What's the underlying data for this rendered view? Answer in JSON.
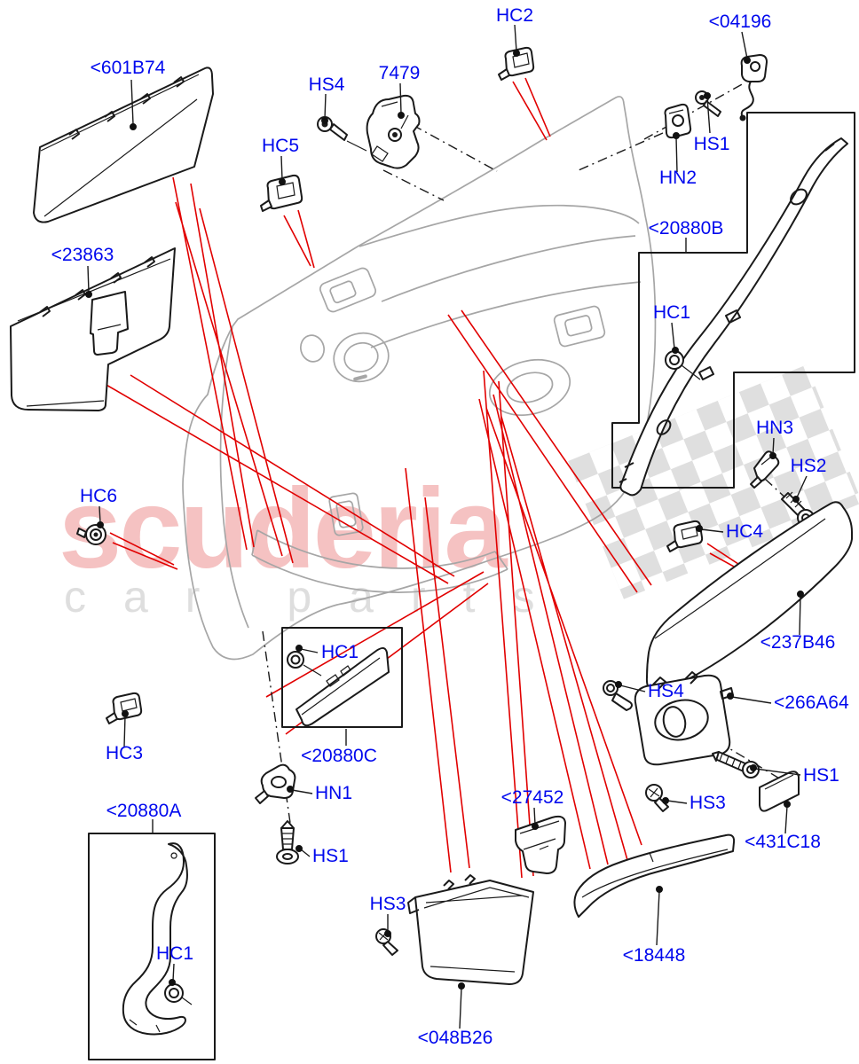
{
  "diagram": {
    "title": "Rear door trim installation exploded parts diagram",
    "watermark": {
      "line1": "scuderia",
      "line2": "car parts"
    },
    "colors": {
      "label_blue": "#0008ee",
      "leader_red": "#e10000",
      "panel_gray": "#a6a6a6",
      "line_black": "#1a1a1a",
      "watermark_pink": "#f5c2c2",
      "watermark_gray": "#dedede"
    },
    "labels": [
      {
        "id": "p601B74",
        "text": "<601B74"
      },
      {
        "id": "hs4-top",
        "text": "HS4"
      },
      {
        "id": "p7479",
        "text": "7479"
      },
      {
        "id": "hc2",
        "text": "HC2"
      },
      {
        "id": "p04196",
        "text": "<04196"
      },
      {
        "id": "hc5",
        "text": "HC5"
      },
      {
        "id": "hs1-top",
        "text": "HS1"
      },
      {
        "id": "hn2",
        "text": "HN2"
      },
      {
        "id": "p20880B",
        "text": "<20880B"
      },
      {
        "id": "p23863",
        "text": "<23863"
      },
      {
        "id": "hc1-right",
        "text": "HC1"
      },
      {
        "id": "hn3",
        "text": "HN3"
      },
      {
        "id": "hs2",
        "text": "HS2"
      },
      {
        "id": "hc4",
        "text": "HC4"
      },
      {
        "id": "p237B46",
        "text": "<237B46"
      },
      {
        "id": "hc6",
        "text": "HC6"
      },
      {
        "id": "hc3",
        "text": "HC3"
      },
      {
        "id": "hc1-center",
        "text": "HC1"
      },
      {
        "id": "p20880C",
        "text": "<20880C"
      },
      {
        "id": "hn1",
        "text": "HN1"
      },
      {
        "id": "hs1-center",
        "text": "HS1"
      },
      {
        "id": "p20880A",
        "text": "<20880A"
      },
      {
        "id": "hc1-left",
        "text": "HC1"
      },
      {
        "id": "p27452",
        "text": "<27452"
      },
      {
        "id": "hs3-left",
        "text": "HS3"
      },
      {
        "id": "p048B26",
        "text": "<048B26"
      },
      {
        "id": "hs4-bottom",
        "text": "HS4"
      },
      {
        "id": "p266A64",
        "text": "<266A64"
      },
      {
        "id": "hs1-bottom",
        "text": "HS1"
      },
      {
        "id": "hs3-right",
        "text": "HS3"
      },
      {
        "id": "p431C18",
        "text": "<431C18"
      },
      {
        "id": "p18448",
        "text": "<18448"
      }
    ]
  }
}
